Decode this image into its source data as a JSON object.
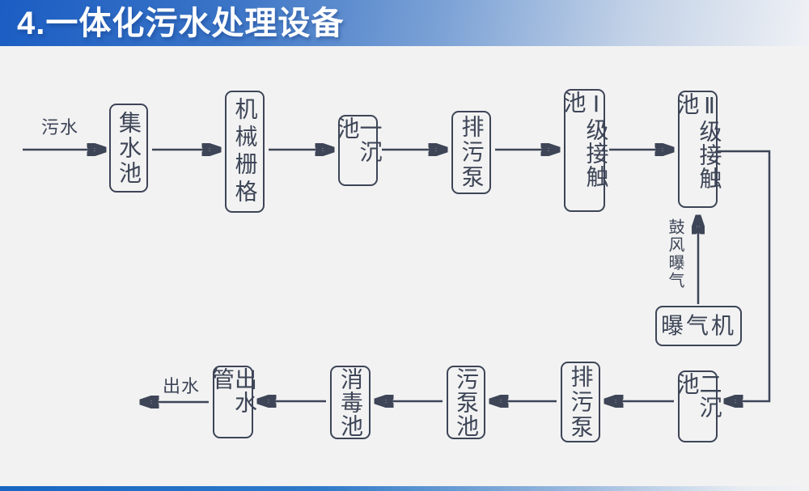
{
  "header": {
    "title": "4.一体化污水处理设备"
  },
  "colors": {
    "ink": "#3d4557",
    "background": "#f2f2f2",
    "header_gradient_left": "#1b5dc3",
    "header_gradient_right": "#eff1f5",
    "footer_gradient_left": "#1766c2"
  },
  "flow": {
    "inflow_label": "污水",
    "outflow_label": "出水",
    "aeration_flow_label": "鼓风曝气",
    "nodes": {
      "collection_tank": "集水池",
      "mechanical_screen": "机械栅格",
      "primary_sedimentation_tank": "一沉池",
      "sewage_pump_top": "排污泵",
      "contact_tank_level1": "Ⅰ级接触池",
      "contact_tank_level2": "Ⅱ级接触池",
      "aerator": "曝气机",
      "secondary_sedimentation_tank": "二沉池",
      "sewage_pump_bottom": "排污泵",
      "sludge_pump_tank": "污泵池",
      "disinfection_tank": "消毒池",
      "outlet_pipe": "出水管"
    }
  }
}
